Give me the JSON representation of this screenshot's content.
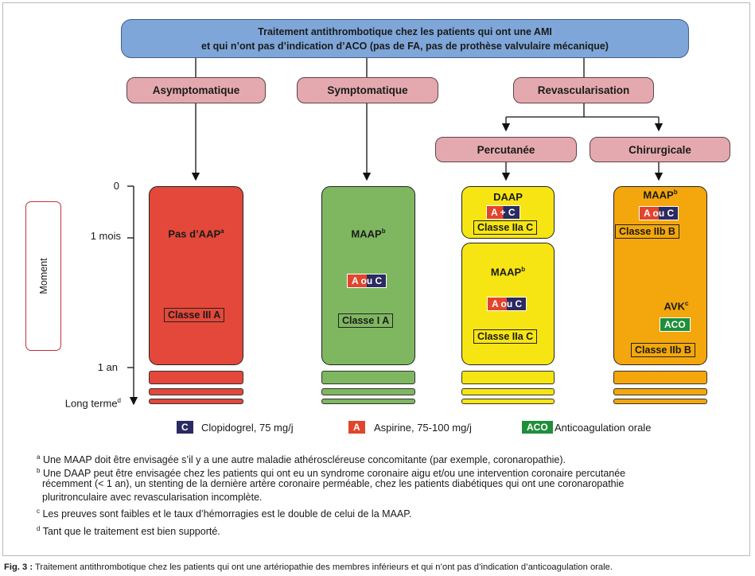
{
  "header": {
    "line1": "Traitement antithrombotique chez les patients qui ont une AMI",
    "line2": "et qui n’ont pas d’indication d’ACO (pas de FA, pas de prothèse valvulaire mécanique)"
  },
  "categories": {
    "asympto": "Asymptomatique",
    "sympto": "Symptomatique",
    "revasc": "Revascularisation",
    "percut": "Percutanée",
    "chir": "Chirurgicale"
  },
  "axis": {
    "title": "Moment",
    "t0": "0",
    "t1": "1 mois",
    "t2": "1 an",
    "t3": "Long terme",
    "t3_sup": "d"
  },
  "columns": {
    "asympto": {
      "label": "Pas d’AAP",
      "sup": "a",
      "classe": "Classe III A",
      "color": "#e3483a"
    },
    "sympto": {
      "label": "MAAP",
      "sup": "b",
      "tag": "A ou C",
      "classe": "Classe I A",
      "color": "#7fb760"
    },
    "percut_top": {
      "label": "DAAP",
      "tag": "A + C",
      "classe": "Classe IIa C",
      "color": "#f7e513"
    },
    "percut_bottom": {
      "label": "MAAP",
      "sup": "b",
      "tag": "A ou C",
      "classe": "Classe IIa C",
      "color": "#f7e513"
    },
    "chir": {
      "label_top": "MAAP",
      "sup_top": "b",
      "tag_top": "A ou C",
      "classe_top": "Classe IIb B",
      "label_bottom": "AVK",
      "sup_bottom": "c",
      "tag_bottom": "ACO",
      "classe_bottom": "Classe IIb B",
      "color": "#f4a70c"
    }
  },
  "legend": [
    {
      "key": "C",
      "text": "Clopidogrel, 75 mg/j",
      "color": "#2b2a62"
    },
    {
      "key": "A",
      "text": "Aspirine, 75-100 mg/j",
      "color": "#e1452e"
    },
    {
      "key": "ACO",
      "text": "Anticoagulation orale",
      "color": "#1f8f3a"
    }
  ],
  "footnotes": {
    "a": {
      "mark": "a",
      "text": "Une MAAP doit être envisagée s’il y a une autre maladie athérosclé­reuse concomitante (par exemple, coronaropathie)."
    },
    "b1": {
      "mark": "b",
      "text": "Une DAAP peut être envisagée chez les patients qui ont eu un syndrome coronaire aigu et/ou une intervention coronaire percutanée"
    },
    "b2": "récemment (< 1 an), un stenting de la dernière artère coronaire perméable, chez les patients diabétiques qui ont une coronaropathie",
    "b3": "pluritronculaire avec revascularisation incomplète.",
    "c": {
      "mark": "c",
      "text": "Les preuves sont faibles et le taux d’hémorragies est le double de celui de la MAAP."
    },
    "d": {
      "mark": "d",
      "text": "Tant que le traitement est bien supporté."
    }
  },
  "caption": {
    "label": "Fig. 3 :",
    "text": "Traitement antithrombotique chez les patients qui ont une artériopathie des membres inférieurs et qui n’ont pas d’indication d’anticoagulation orale."
  }
}
